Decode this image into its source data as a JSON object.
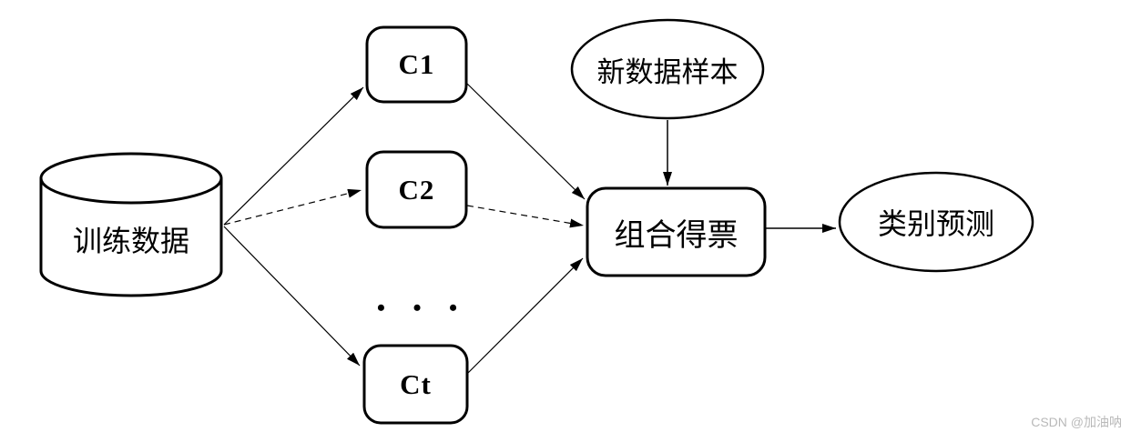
{
  "diagram": {
    "nodes": {
      "training_data": {
        "label": "训练数据",
        "shape": "cylinder"
      },
      "classifier_1": {
        "label": "C1",
        "shape": "rounded-rect"
      },
      "classifier_2": {
        "label": "C2",
        "shape": "rounded-rect"
      },
      "classifier_t": {
        "label": "Ct",
        "shape": "rounded-rect"
      },
      "ellipsis": {
        "label": "• • •"
      },
      "new_sample": {
        "label": "新数据样本",
        "shape": "ellipse"
      },
      "vote": {
        "label": "组合得票",
        "shape": "rounded-rect"
      },
      "prediction": {
        "label": "类别预测",
        "shape": "ellipse"
      }
    },
    "edges": [
      {
        "from": "training_data",
        "to": "classifier_1",
        "style": "solid"
      },
      {
        "from": "training_data",
        "to": "classifier_2",
        "style": "dashed"
      },
      {
        "from": "training_data",
        "to": "classifier_t",
        "style": "solid"
      },
      {
        "from": "classifier_1",
        "to": "vote",
        "style": "solid"
      },
      {
        "from": "classifier_2",
        "to": "vote",
        "style": "dashed"
      },
      {
        "from": "classifier_t",
        "to": "vote",
        "style": "solid"
      },
      {
        "from": "new_sample",
        "to": "vote",
        "style": "solid"
      },
      {
        "from": "vote",
        "to": "prediction",
        "style": "solid"
      }
    ],
    "colors": {
      "stroke": "#000000",
      "background": "#ffffff",
      "watermark_text": "#b9b9b9"
    }
  },
  "watermark": {
    "text": "CSDN @加油呐"
  }
}
